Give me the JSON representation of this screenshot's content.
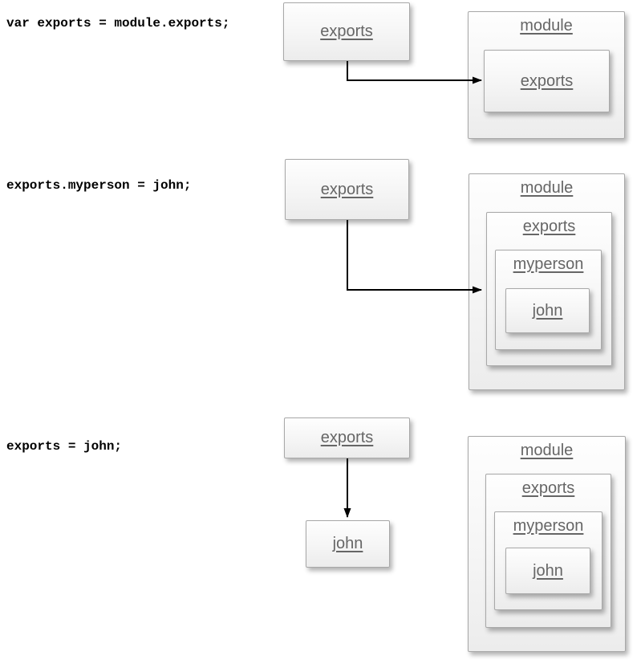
{
  "section1": {
    "code": "var exports = module.exports;",
    "exports_ref": {
      "label": "exports"
    },
    "module": {
      "label": "module",
      "exports": {
        "label": "exports"
      }
    }
  },
  "section2": {
    "code": "exports.myperson = john;",
    "exports_ref": {
      "label": "exports"
    },
    "module": {
      "label": "module",
      "exports": {
        "label": "exports",
        "myperson": {
          "label": "myperson",
          "john": {
            "label": "john"
          }
        }
      }
    }
  },
  "section3": {
    "code": "exports = john;",
    "exports_ref": {
      "label": "exports"
    },
    "john_ref": {
      "label": "john"
    },
    "module": {
      "label": "module",
      "exports": {
        "label": "exports",
        "myperson": {
          "label": "myperson",
          "john": {
            "label": "john"
          }
        }
      }
    }
  },
  "colors": {
    "box_border": "#a8a8a8",
    "box_fill_top": "#fefefe",
    "box_fill_bottom": "#ececec",
    "label_text": "#666666",
    "code_text": "#000000",
    "arrow": "#000000",
    "background": "#ffffff"
  }
}
